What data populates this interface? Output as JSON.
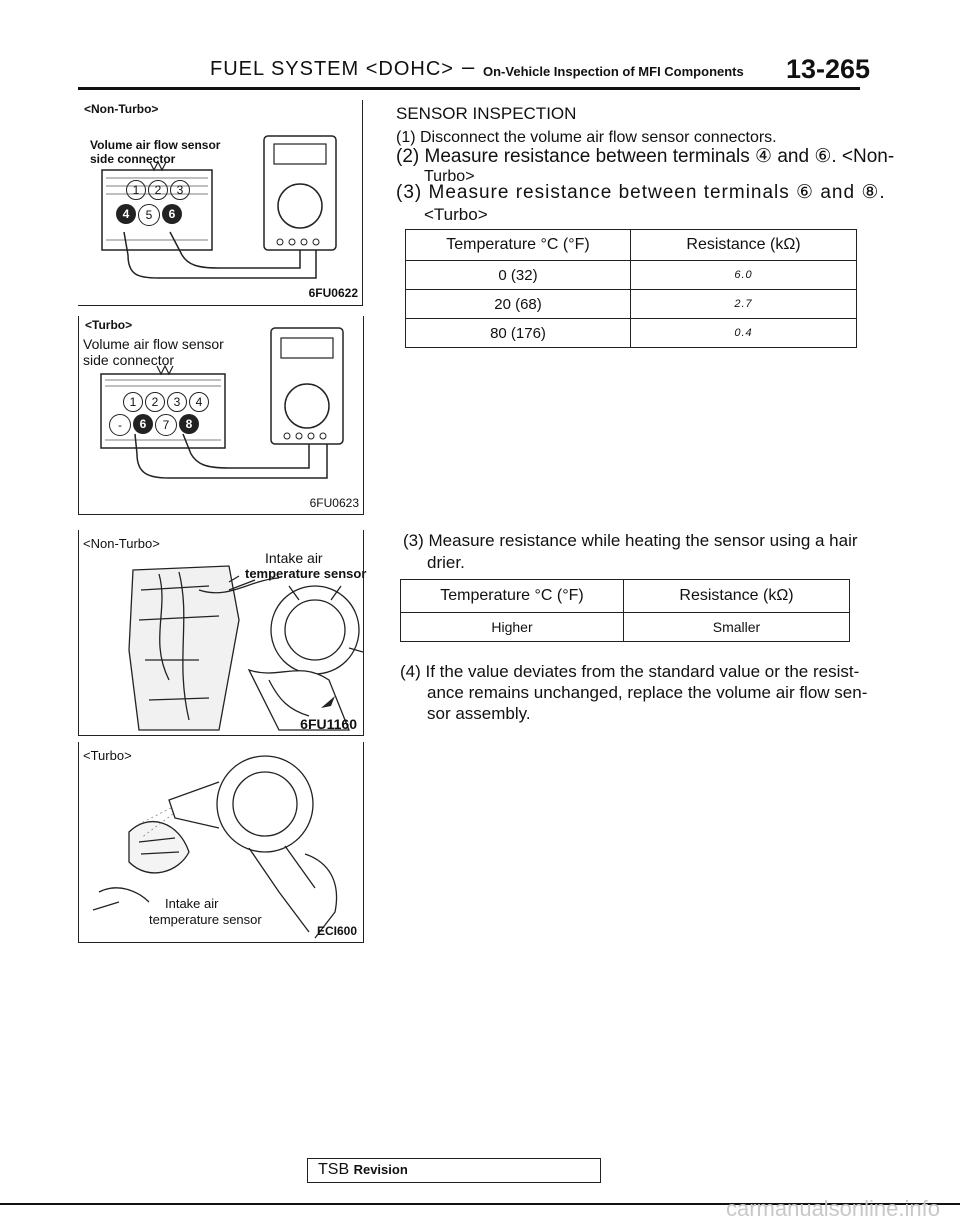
{
  "header": {
    "title": "FUEL SYSTEM <DOHC>",
    "dash": "–",
    "subtitle": "On-Vehicle Inspection of MFI Components",
    "page": "13-265"
  },
  "figures": {
    "non_turbo_connector": {
      "label": "<Non-Turbo>",
      "caption_line1": "Volume air flow sensor",
      "caption_line2": "side connector",
      "terminals_top": [
        "1",
        "2",
        "3"
      ],
      "terminals_bottom": [
        "4",
        "5",
        "6"
      ],
      "code": "6FU0622"
    },
    "turbo_connector": {
      "label": "<Turbo>",
      "caption_line1": "Volume air flow sensor",
      "caption_line2": "side connector",
      "terminals_top": [
        "1",
        "2",
        "3",
        "4"
      ],
      "terminals_bottom": [
        "-",
        "6",
        "7",
        "8"
      ],
      "code": "6FU0623"
    },
    "non_turbo_heating": {
      "label": "<Non-Turbo>",
      "caption_line1": "Intake air",
      "caption_line2": "temperature sensor",
      "code": "6FU1160"
    },
    "turbo_heating": {
      "label": "<Turbo>",
      "caption_line1": "Intake air",
      "caption_line2": "temperature sensor",
      "code": "ECI600"
    }
  },
  "inspection": {
    "heading": "SENSOR INSPECTION",
    "step1": "(1) Disconnect the volume air flow sensor connectors.",
    "step2_a": "(2) Measure resistance between terminals ④ and ⑥. <Non-",
    "step2_b": "Turbo>",
    "step3_a": "(3) Measure resistance between terminals ⑥ and ⑧.",
    "step3_b": "<Turbo>",
    "table1": {
      "headers": [
        "Temperature °C (°F)",
        "Resistance (kΩ)"
      ],
      "rows": [
        [
          "0 (32)",
          "6.0"
        ],
        [
          "20 (68)",
          "2.7"
        ],
        [
          "80 (176)",
          "0.4"
        ]
      ]
    },
    "heat_step_a": "(3) Measure resistance while heating the sensor using a hair",
    "heat_step_b": "drier.",
    "table2": {
      "headers": [
        "Temperature °C (°F)",
        "Resistance (kΩ)"
      ],
      "rows": [
        [
          "Higher",
          "Smaller"
        ]
      ]
    },
    "step4_a": "(4) If the value deviates from the standard value or the resist-",
    "step4_b": "ance remains unchanged, replace the volume air flow sen-",
    "step4_c": "sor assembly."
  },
  "footer": {
    "tsb": "TSB",
    "revision": "Revision",
    "watermark": "carmanualsonline.info"
  }
}
